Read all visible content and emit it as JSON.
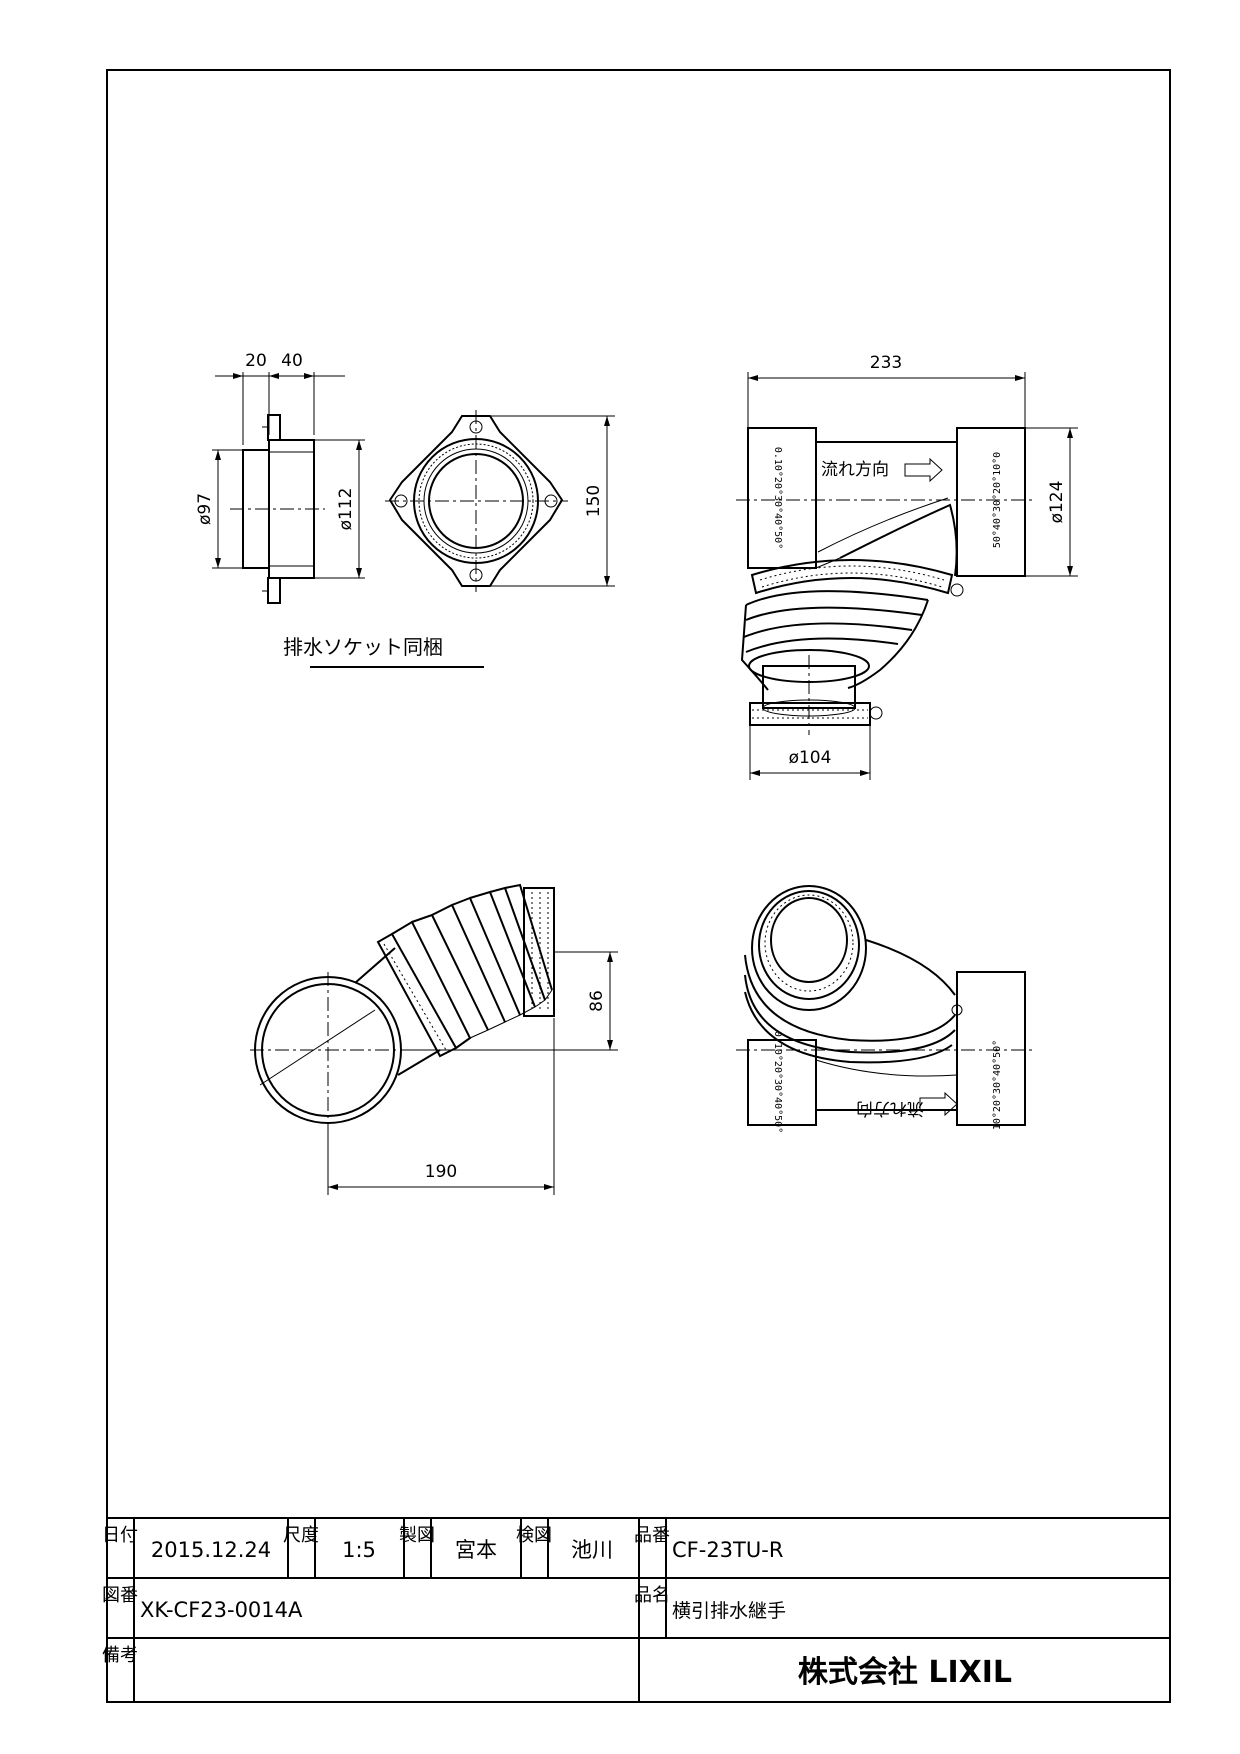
{
  "views": {
    "socket": {
      "dim_a": "20",
      "dim_b": "40",
      "dim_inner": "ø97",
      "dim_outer": "ø112",
      "dim_height": "150",
      "caption": "排水ソケット同梱"
    },
    "front": {
      "dim_width": "233",
      "dim_pipe": "ø124",
      "dim_bottom": "ø104",
      "flow_label": "流れ方向",
      "scale_left": "0.10°20°30°40°50°",
      "scale_right": "50°40°30°20°10°0"
    },
    "side": {
      "dim_height": "86",
      "dim_width": "190"
    },
    "top": {
      "flow_label": "流れ方向",
      "scale_left": "0.10°20°30°40°50°",
      "scale_right": "10°20°30°40°50°"
    }
  },
  "title_block": {
    "date_label": "日付",
    "date": "2015.12.24",
    "scale_label": "尺度",
    "scale": "1:5",
    "drawn_label": "製図",
    "drawn_by": "宮本",
    "checked_label": "検図",
    "checked_by": "池川",
    "product_no_label": "品番",
    "product_no": "CF-23TU-R",
    "drawing_no_label": "図番",
    "drawing_no": "XK-CF23-0014A",
    "product_name_label": "品名",
    "product_name": "横引排水継手",
    "remarks_label": "備考",
    "remarks": "",
    "company": "株式会社 LIXIL"
  }
}
